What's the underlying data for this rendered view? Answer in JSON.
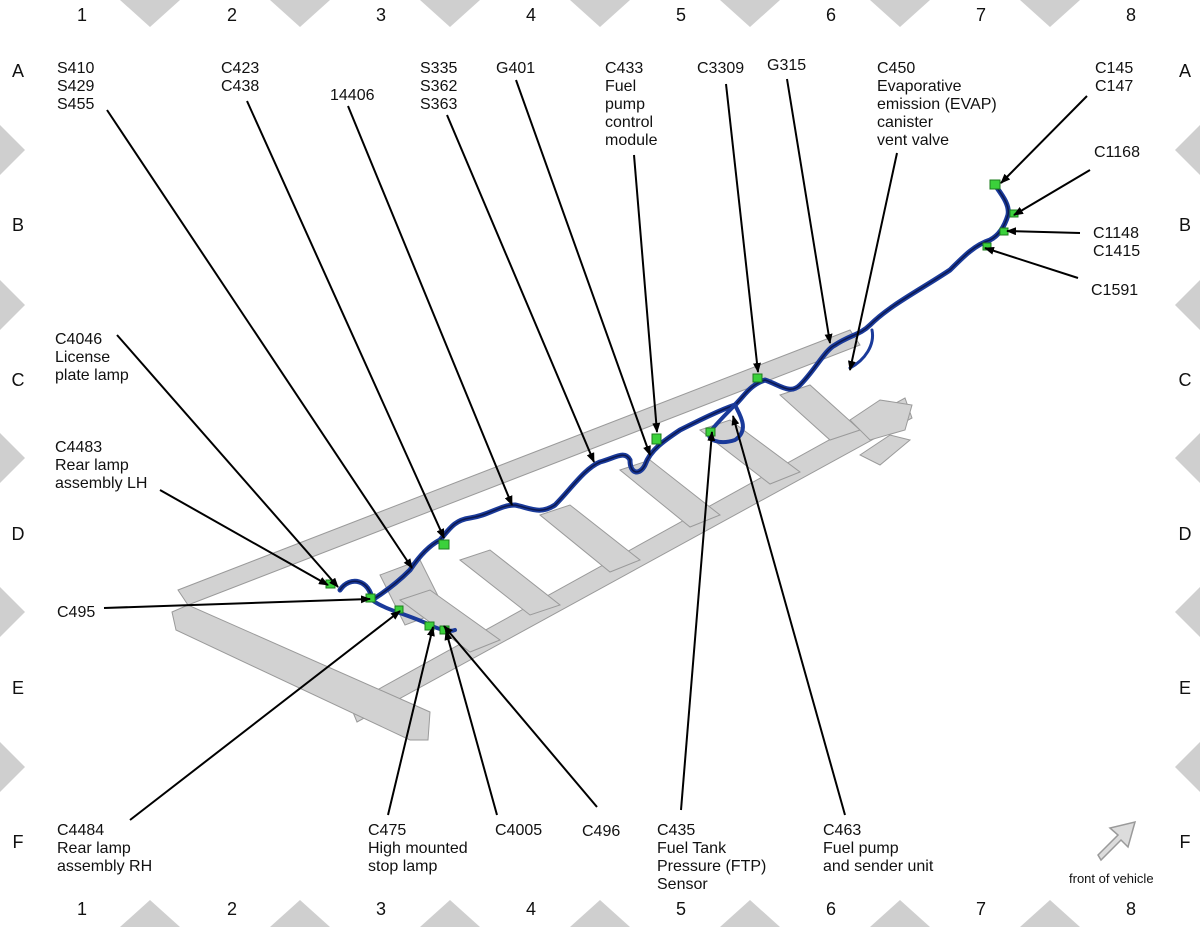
{
  "grid": {
    "columns": [
      "1",
      "2",
      "3",
      "4",
      "5",
      "6",
      "7",
      "8"
    ],
    "rows": [
      "A",
      "B",
      "C",
      "D",
      "E",
      "F"
    ]
  },
  "callouts": [
    {
      "id": "s410",
      "lines": [
        "S410",
        "S429",
        "S455"
      ]
    },
    {
      "id": "c423",
      "lines": [
        "C423",
        "C438"
      ]
    },
    {
      "id": "14406",
      "lines": [
        "14406"
      ]
    },
    {
      "id": "s335",
      "lines": [
        "S335",
        "S362",
        "S363"
      ]
    },
    {
      "id": "g401",
      "lines": [
        "G401"
      ]
    },
    {
      "id": "c433",
      "lines": [
        "C433",
        "Fuel",
        "pump",
        "control",
        "module"
      ]
    },
    {
      "id": "c3309",
      "lines": [
        "C3309"
      ]
    },
    {
      "id": "g315",
      "lines": [
        "G315"
      ]
    },
    {
      "id": "c450",
      "lines": [
        "C450",
        "Evaporative",
        "emission (EVAP)",
        "canister",
        "vent valve"
      ]
    },
    {
      "id": "c145",
      "lines": [
        "C145",
        "C147"
      ]
    },
    {
      "id": "c1168",
      "lines": [
        "C1168"
      ]
    },
    {
      "id": "c1148",
      "lines": [
        "C1148",
        "C1415"
      ]
    },
    {
      "id": "c1591",
      "lines": [
        "C1591"
      ]
    },
    {
      "id": "c4046",
      "lines": [
        "C4046",
        "License",
        "plate lamp"
      ]
    },
    {
      "id": "c4483",
      "lines": [
        "C4483",
        "Rear lamp",
        "assembly LH"
      ]
    },
    {
      "id": "c495",
      "lines": [
        "C495"
      ]
    },
    {
      "id": "c4484",
      "lines": [
        "C4484",
        "Rear lamp",
        "assembly RH"
      ]
    },
    {
      "id": "c475",
      "lines": [
        "C475",
        "High mounted",
        "stop lamp"
      ]
    },
    {
      "id": "c4005",
      "lines": [
        "C4005"
      ]
    },
    {
      "id": "c496",
      "lines": [
        "C496"
      ]
    },
    {
      "id": "c435",
      "lines": [
        "C435",
        "Fuel Tank",
        "Pressure (FTP)",
        "Sensor"
      ]
    },
    {
      "id": "c463",
      "lines": [
        "C463",
        "Fuel pump",
        "and sender unit"
      ]
    }
  ],
  "front_label": "front of vehicle",
  "colors": {
    "harness": "#1a3a9a",
    "harness_dark": "#0b1850",
    "connector": "#3bd13b",
    "frame": "#d2d2d2",
    "frame_edge": "#9a9a9a",
    "border_marker": "#cfcfcf",
    "arrow": "#dcdcdc"
  }
}
